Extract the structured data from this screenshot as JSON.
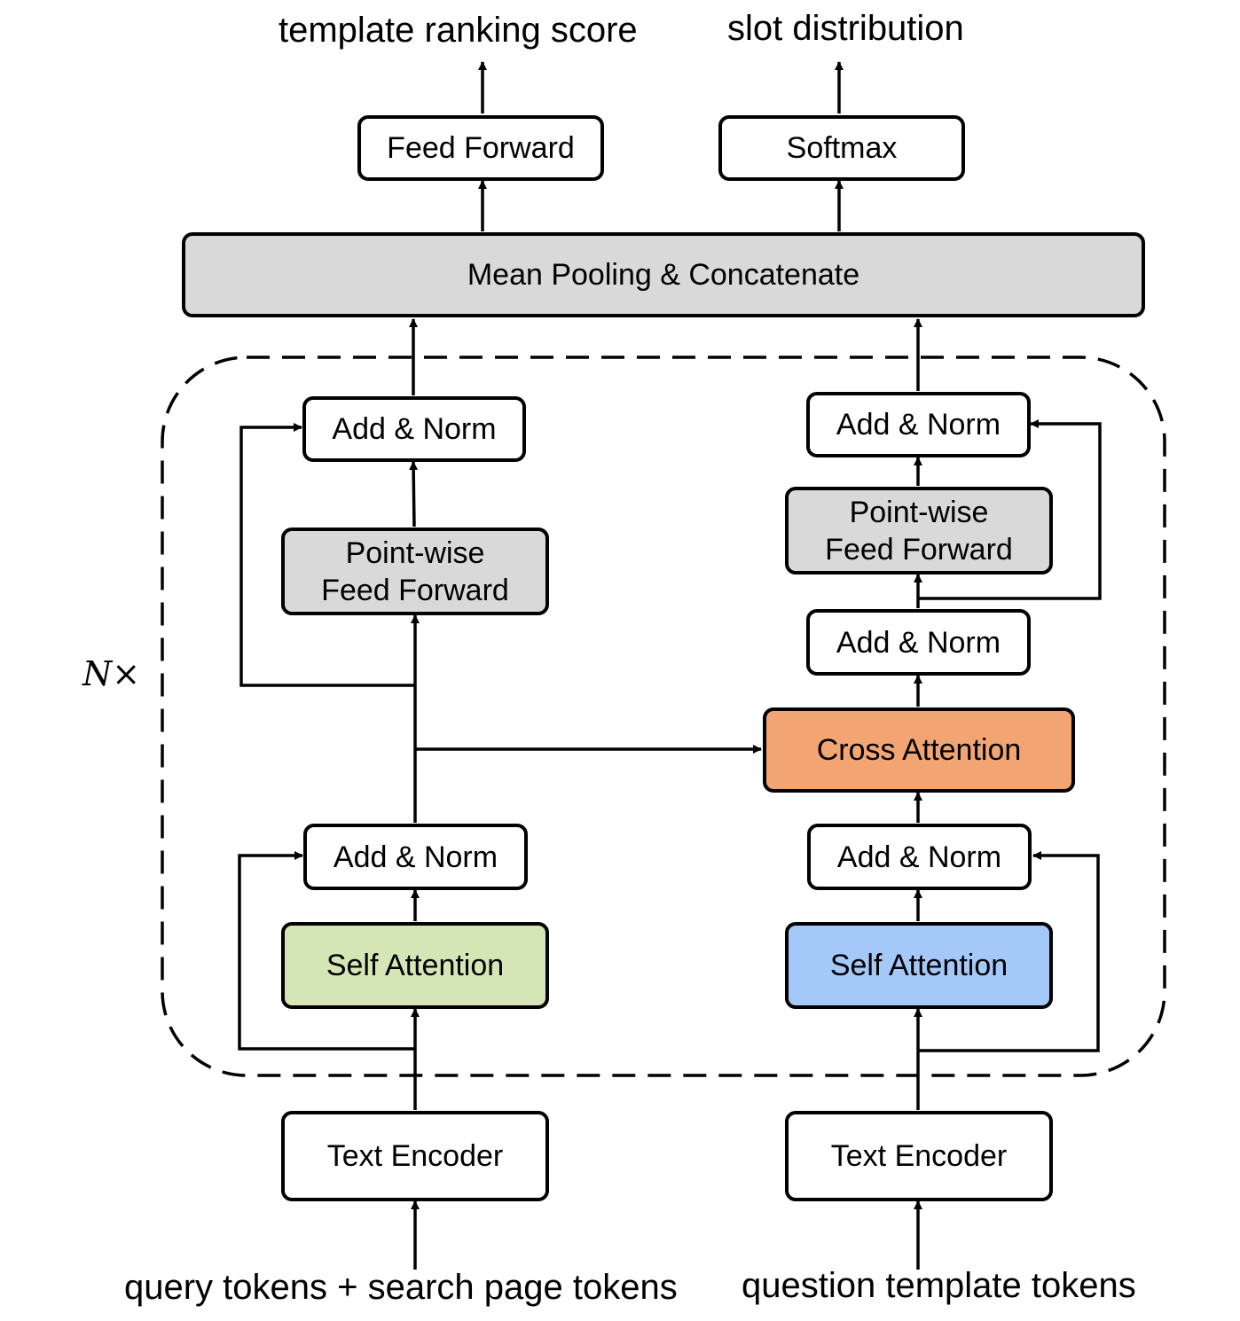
{
  "outputs": {
    "left": "template ranking score",
    "right": "slot distribution"
  },
  "top": {
    "feed_forward": "Feed Forward",
    "softmax": "Softmax",
    "pooling": "Mean Pooling & Concatenate"
  },
  "repeat_label": "N×",
  "left_stack": {
    "add_norm_top": "Add & Norm",
    "pw_line1": "Point-wise",
    "pw_line2": "Feed Forward",
    "add_norm_bottom": "Add & Norm",
    "self_attention": "Self Attention",
    "text_encoder": "Text Encoder"
  },
  "right_stack": {
    "add_norm_top": "Add & Norm",
    "pw_line1": "Point-wise",
    "pw_line2": "Feed Forward",
    "add_norm_mid": "Add & Norm",
    "cross_attention": "Cross Attention",
    "add_norm_bottom": "Add & Norm",
    "self_attention": "Self Attention",
    "text_encoder": "Text Encoder"
  },
  "inputs": {
    "left": "query tokens + search page tokens",
    "right": "question template tokens"
  },
  "colors": {
    "gray": "#d9d9d9",
    "green": "#d4e6b5",
    "blue": "#a4c8f8",
    "orange": "#f2a572"
  }
}
